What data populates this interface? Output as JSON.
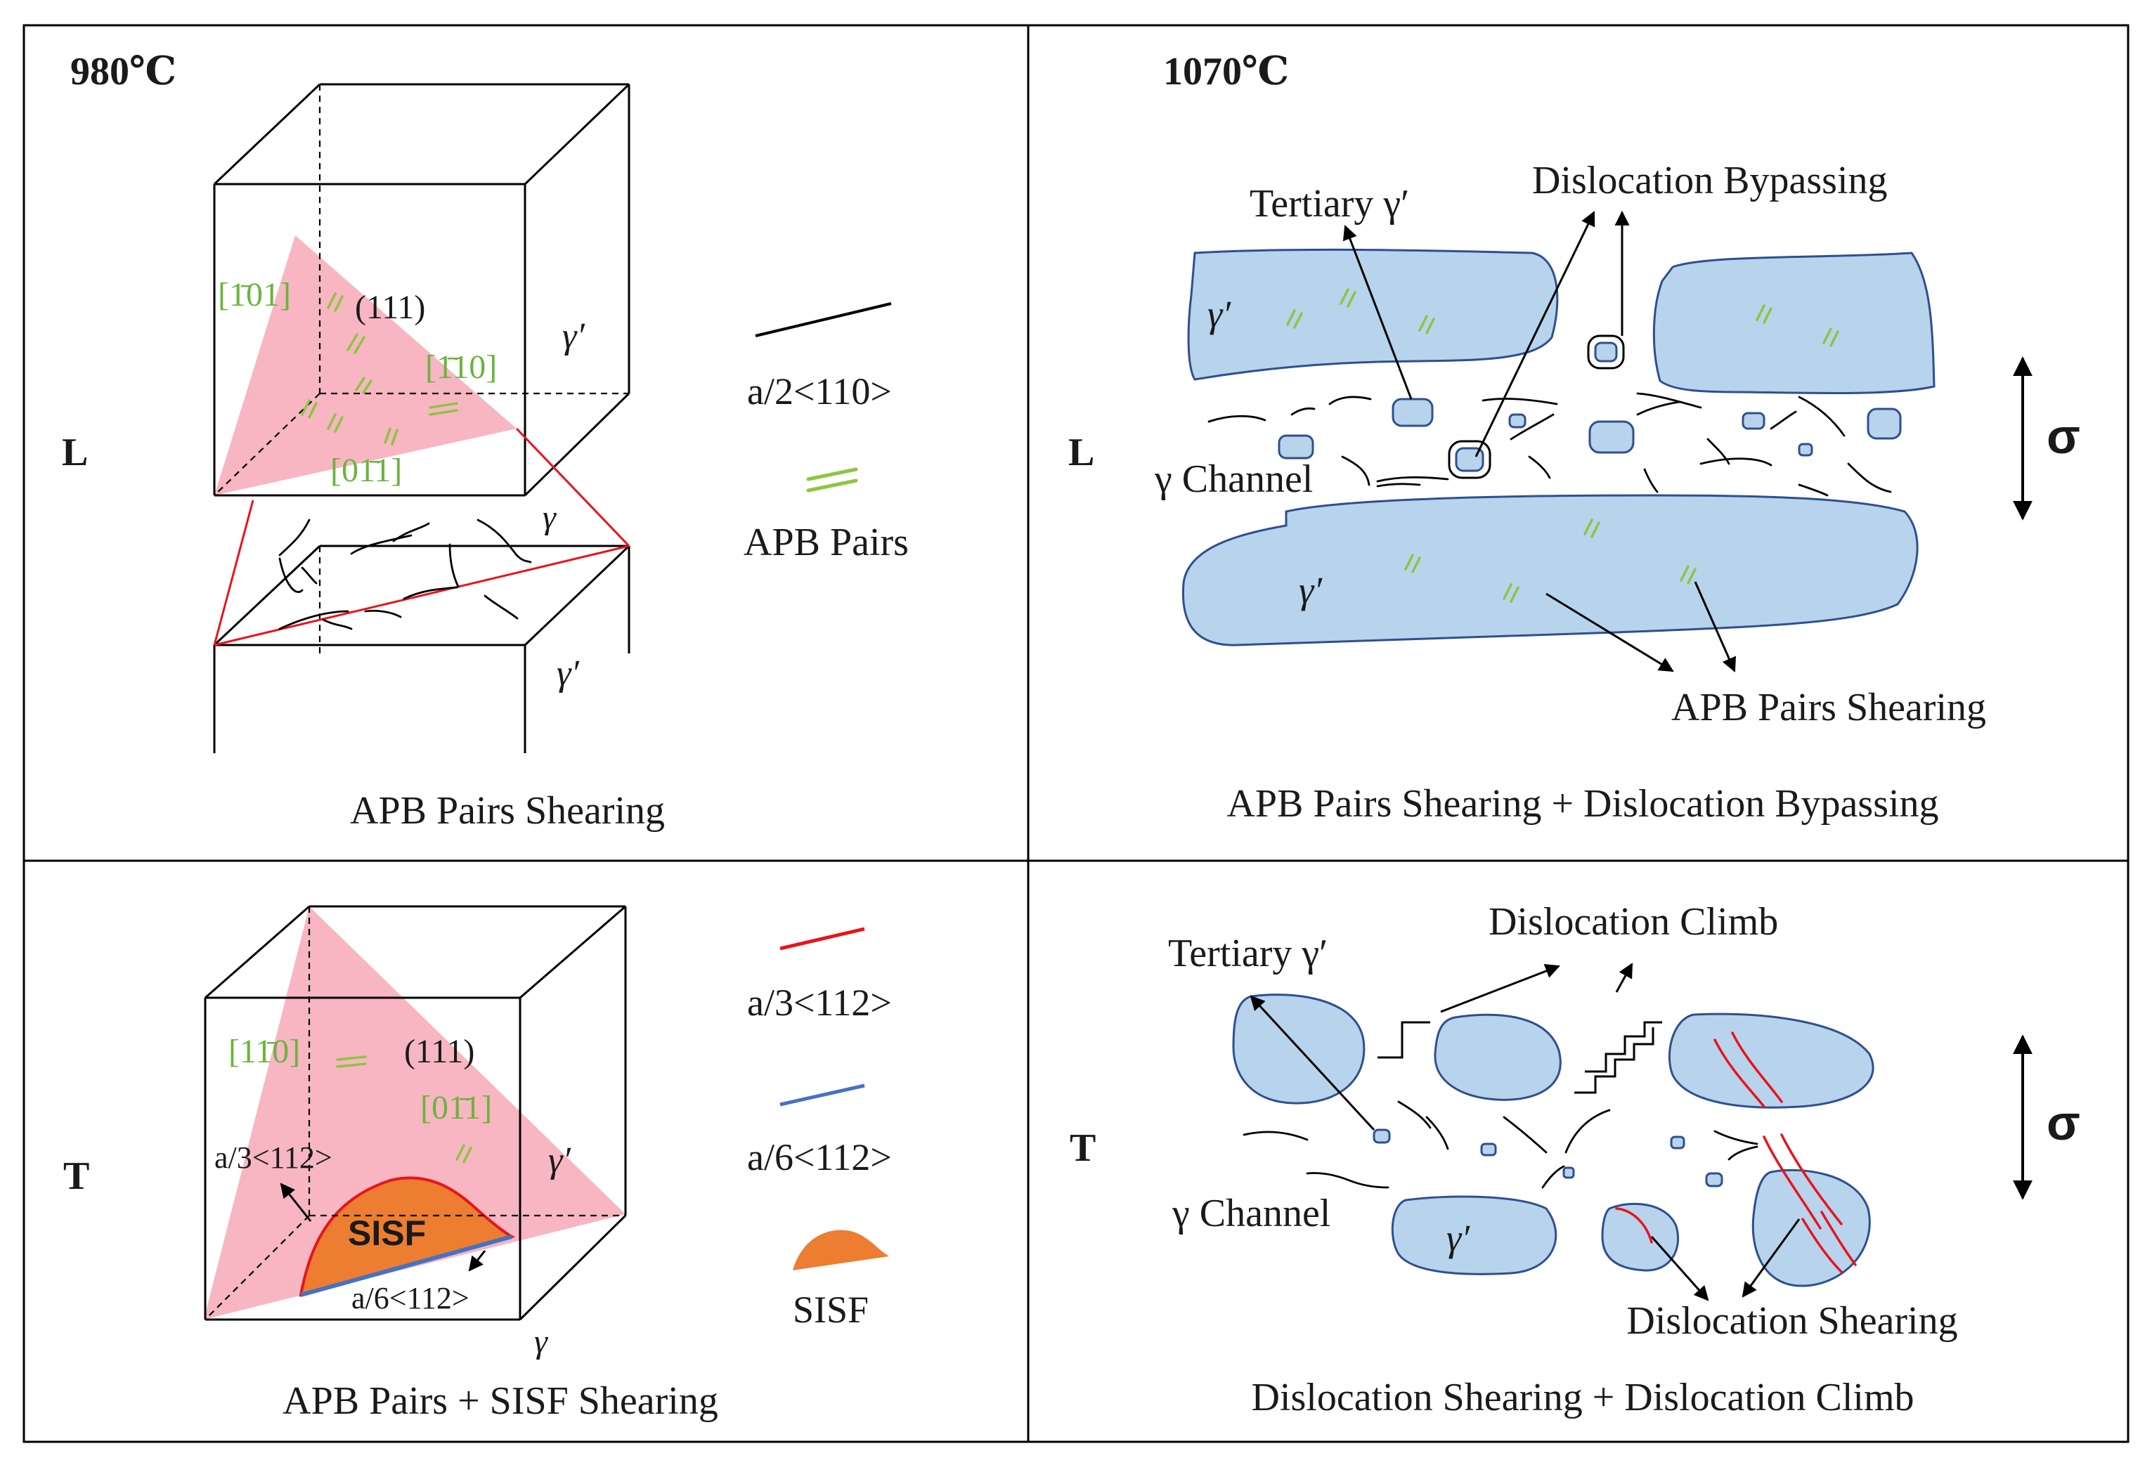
{
  "panels": {
    "tl": {
      "temperature": "980℃",
      "row": "L",
      "plane": "(111)",
      "dir_a": "[1̄01]",
      "dir_b": "[1̄10]",
      "dir_c": "[01̄1]",
      "gamma_prime_top": "γ′",
      "gamma": "γ",
      "gamma_prime_bottom": "γ′",
      "legend_line": "a/2<110>",
      "legend_apb": "APB Pairs",
      "caption": "APB Pairs Shearing"
    },
    "tr": {
      "temperature": "1070℃",
      "row": "L",
      "tertiary": "Tertiary γ′",
      "bypassing": "Dislocation Bypassing",
      "gamma_prime_top": "γ′",
      "gamma_channel": "γ Channel",
      "gamma_prime_bottom": "γ′",
      "apb_shearing": "APB Pairs Shearing",
      "sigma": "σ",
      "caption": "APB Pairs Shearing + Dislocation Bypassing"
    },
    "bl": {
      "row": "T",
      "dir_a": "[11̄0]",
      "plane": "(111)",
      "dir_b": "[01̄1]",
      "partial_a3": "a/3<112>",
      "sisf": "SISF",
      "partial_a6": "a/6<112>",
      "gamma_prime": "γ′",
      "gamma": "γ",
      "legend_a3": "a/3<112>",
      "legend_a6": "a/6<112>",
      "legend_sisf": "SISF",
      "caption": "APB Pairs + SISF Shearing"
    },
    "br": {
      "row": "T",
      "tertiary": "Tertiary γ′",
      "climb": "Dislocation Climb",
      "gamma_channel": "γ Channel",
      "gamma_prime": "γ′",
      "shearing": "Dislocation Shearing",
      "sigma": "σ",
      "caption": "Dislocation Shearing + Dislocation Climb"
    }
  },
  "colors": {
    "plane_pink": "#f7b6c2",
    "precipitate_blue": "#b8d3ec",
    "precipitate_edge": "#2f4f8f",
    "apb_green": "#8cc63f",
    "partial_red": "#e8141b",
    "partial_blue": "#4472c4",
    "sisf_orange": "#ed7d31"
  }
}
